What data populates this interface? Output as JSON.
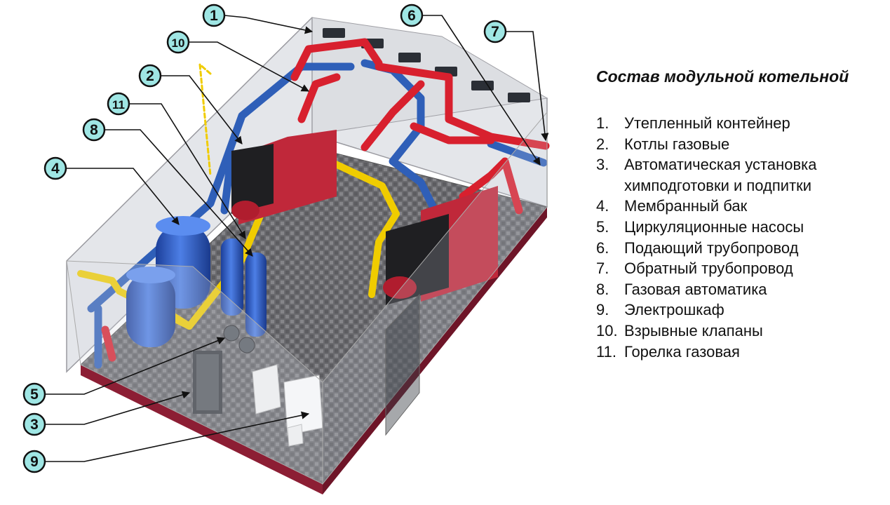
{
  "legend": {
    "title": "Состав модульной котельной",
    "items": [
      {
        "num": "1.",
        "label": "Утепленный контейнер"
      },
      {
        "num": "2.",
        "label": "Котлы газовые"
      },
      {
        "num": "3.",
        "label": "Автоматическая установка\nхимподготовки и подпитки"
      },
      {
        "num": "4.",
        "label": "Мембранный бак"
      },
      {
        "num": "5.",
        "label": "Циркуляционные насосы"
      },
      {
        "num": "6.",
        "label": "Подающий трубопровод"
      },
      {
        "num": "7.",
        "label": "Обратный трубопровод"
      },
      {
        "num": "8.",
        "label": "Газовая автоматика"
      },
      {
        "num": "9.",
        "label": "Электрошкаф"
      },
      {
        "num": "10.",
        "label": "Взрывные клапаны"
      },
      {
        "num": "11.",
        "label": "Горелка газовая"
      }
    ]
  },
  "callouts": {
    "c1": "1",
    "c2": "2",
    "c3": "3",
    "c4": "4",
    "c5": "5",
    "c6": "6",
    "c7": "7",
    "c8": "8",
    "c9": "9",
    "c10": "10",
    "c11": "11"
  },
  "colors": {
    "supply_pipe": "#d8202e",
    "return_pipe": "#2f5fb8",
    "gas_pipe": "#f0cc00",
    "boiler_body": "#c0283a",
    "tank": "#2f5fd0",
    "callout_fill": "#9fe6e4",
    "floor": "#6e6e72",
    "frame": "#8c1e34"
  }
}
